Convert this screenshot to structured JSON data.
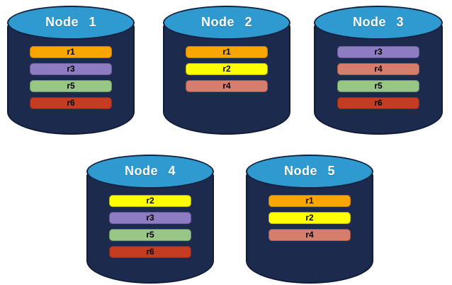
{
  "diagram": {
    "type": "database-cylinder-diagram",
    "nodes": [
      {
        "label": "Node 1",
        "replicas": [
          "r1",
          "r3",
          "r5",
          "r6"
        ]
      },
      {
        "label": "Node 2",
        "replicas": [
          "r1",
          "r2",
          "r4"
        ]
      },
      {
        "label": "Node 3",
        "replicas": [
          "r3",
          "r4",
          "r5",
          "r6"
        ]
      },
      {
        "label": "Node 4",
        "replicas": [
          "r2",
          "r3",
          "r5",
          "r6"
        ]
      },
      {
        "label": "Node 5",
        "replicas": [
          "r1",
          "r2",
          "r4"
        ]
      }
    ],
    "replica_colors": {
      "r1": {
        "bg": "#F9A602",
        "border": "#C77F00"
      },
      "r2": {
        "bg": "#FFFF00",
        "border": "#B3B300"
      },
      "r3": {
        "bg": "#8E7CC3",
        "border": "#6B589F"
      },
      "r4": {
        "bg": "#D57E6D",
        "border": "#A85747"
      },
      "r5": {
        "bg": "#97C687",
        "border": "#699B58"
      },
      "r6": {
        "bg": "#C43C21",
        "border": "#8E2812"
      }
    },
    "colors": {
      "cylinder_body": "#1C2A4D",
      "cylinder_top": "#2F9AD0",
      "outline": "#13233F",
      "title_text": "#FFFFFF",
      "bar_text": "#000000",
      "background": "#FFFFFF"
    }
  }
}
